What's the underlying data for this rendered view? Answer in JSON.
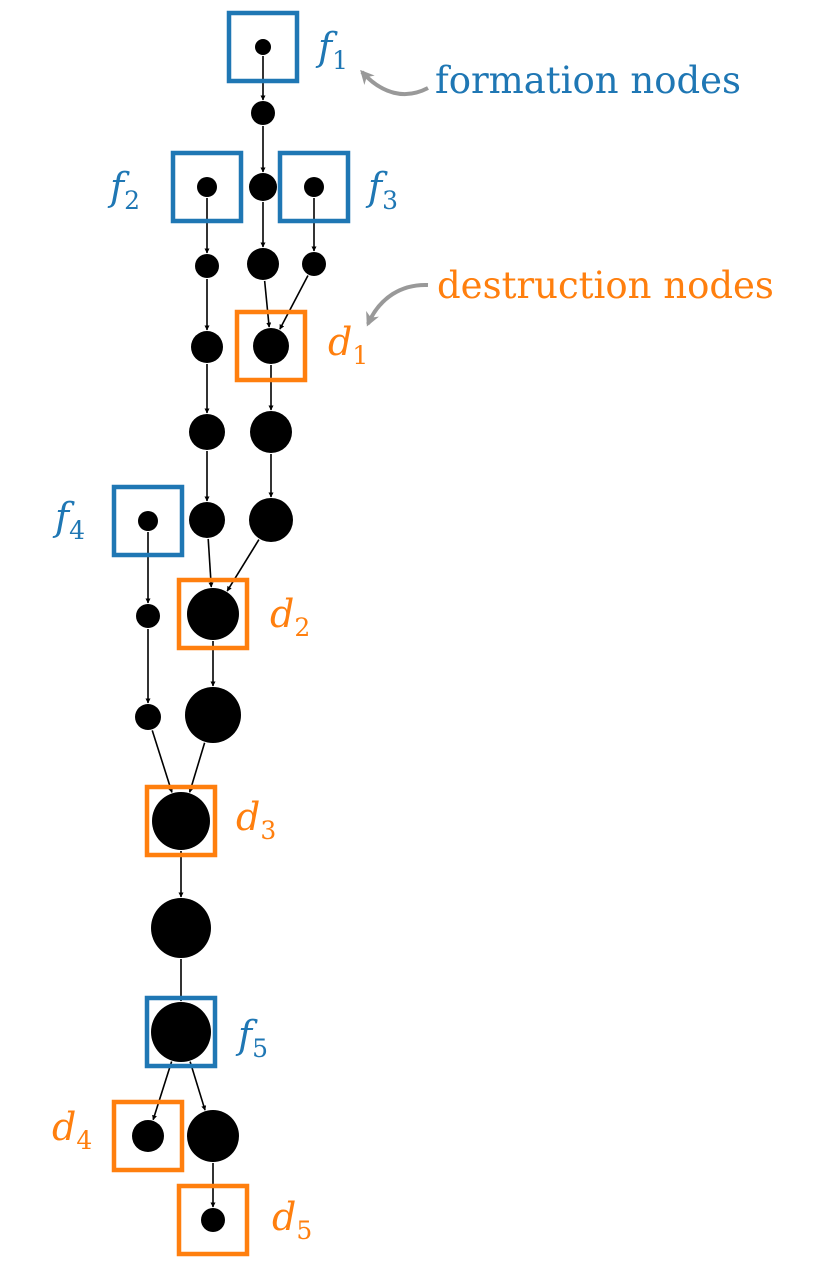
{
  "colors": {
    "formation": "#1f77b4",
    "destruction": "#ff7f0e",
    "node": "#000000",
    "edge": "#000000",
    "pointer": "#999999"
  },
  "annotations": {
    "formation": "formation nodes",
    "destruction": "destruction nodes"
  },
  "labels": {
    "f1": {
      "letter": "f",
      "sub": "1"
    },
    "f2": {
      "letter": "f",
      "sub": "2"
    },
    "f3": {
      "letter": "f",
      "sub": "3"
    },
    "f4": {
      "letter": "f",
      "sub": "4"
    },
    "f5": {
      "letter": "f",
      "sub": "5"
    },
    "d1": {
      "letter": "d",
      "sub": "1"
    },
    "d2": {
      "letter": "d",
      "sub": "2"
    },
    "d3": {
      "letter": "d",
      "sub": "3"
    },
    "d4": {
      "letter": "d",
      "sub": "4"
    },
    "d5": {
      "letter": "d",
      "sub": "5"
    }
  },
  "nodes": [
    {
      "id": "n_f1",
      "marker": "f1"
    },
    {
      "id": "n_a1"
    },
    {
      "id": "n_a2"
    },
    {
      "id": "n_f2",
      "marker": "f2"
    },
    {
      "id": "n_f3",
      "marker": "f3"
    },
    {
      "id": "n_b1"
    },
    {
      "id": "n_a3"
    },
    {
      "id": "n_c1"
    },
    {
      "id": "n_b2"
    },
    {
      "id": "n_d1",
      "marker": "d1"
    },
    {
      "id": "n_b3"
    },
    {
      "id": "n_e1"
    },
    {
      "id": "n_b4"
    },
    {
      "id": "n_e2"
    },
    {
      "id": "n_f4",
      "marker": "f4"
    },
    {
      "id": "n_g1"
    },
    {
      "id": "n_d2",
      "marker": "d2"
    },
    {
      "id": "n_g2"
    },
    {
      "id": "n_h1"
    },
    {
      "id": "n_d3",
      "marker": "d3"
    },
    {
      "id": "n_i1"
    },
    {
      "id": "n_f5",
      "marker": "f5"
    },
    {
      "id": "n_d4",
      "marker": "d4"
    },
    {
      "id": "n_j1"
    },
    {
      "id": "n_d5",
      "marker": "d5"
    }
  ],
  "edges": [
    [
      "n_f1",
      "n_a1"
    ],
    [
      "n_a1",
      "n_a2"
    ],
    [
      "n_a2",
      "n_a3"
    ],
    [
      "n_a3",
      "n_d1"
    ],
    [
      "n_f2",
      "n_b1"
    ],
    [
      "n_b1",
      "n_b2"
    ],
    [
      "n_b2",
      "n_b3"
    ],
    [
      "n_b3",
      "n_b4"
    ],
    [
      "n_b4",
      "n_d2"
    ],
    [
      "n_f3",
      "n_c1"
    ],
    [
      "n_c1",
      "n_d1"
    ],
    [
      "n_d1",
      "n_e1"
    ],
    [
      "n_e1",
      "n_e2"
    ],
    [
      "n_e2",
      "n_d2"
    ],
    [
      "n_f4",
      "n_g1"
    ],
    [
      "n_g1",
      "n_g2"
    ],
    [
      "n_g2",
      "n_d3"
    ],
    [
      "n_d2",
      "n_h1"
    ],
    [
      "n_h1",
      "n_d3"
    ],
    [
      "n_d3",
      "n_i1"
    ],
    [
      "n_i1",
      "n_f5"
    ],
    [
      "n_f5",
      "n_d4"
    ],
    [
      "n_f5",
      "n_j1"
    ],
    [
      "n_j1",
      "n_d5"
    ]
  ]
}
